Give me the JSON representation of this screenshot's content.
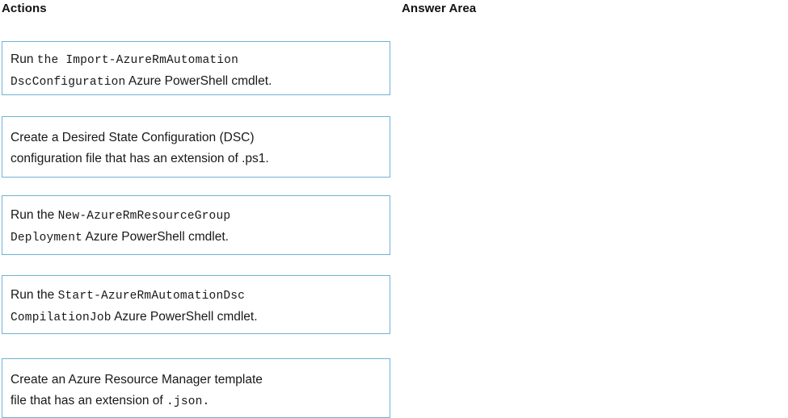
{
  "columns": {
    "actions": {
      "header": "Actions"
    },
    "answer": {
      "header": "Answer Area"
    }
  },
  "colors": {
    "card_border": "#6fb3d2",
    "card_background": "#ffffff",
    "text": "#181818",
    "page_background": "#ffffff"
  },
  "actions": [
    {
      "id": "import-dsc-configuration",
      "line1": [
        {
          "text": "Run ",
          "style": "sans"
        },
        {
          "text": "the Import-AzureRmAutomation",
          "style": "mono"
        }
      ],
      "line2": [
        {
          "text": "DscConfiguration",
          "style": "mono"
        },
        {
          "text": " Azure PowerShell cmdlet.",
          "style": "sans"
        }
      ]
    },
    {
      "id": "create-dsc-configuration-file",
      "line1": [
        {
          "text": "Create a Desired State Configuration (DSC)",
          "style": "sans"
        }
      ],
      "line2": [
        {
          "text": "configuration file that has an extension of .ps1.",
          "style": "sans"
        }
      ]
    },
    {
      "id": "new-resource-group-deployment",
      "line1": [
        {
          "text": "Run the ",
          "style": "sans"
        },
        {
          "text": "New-AzureRmResourceGroup",
          "style": "mono"
        }
      ],
      "line2": [
        {
          "text": "Deployment",
          "style": "mono"
        },
        {
          "text": " Azure PowerShell cmdlet.",
          "style": "sans"
        }
      ]
    },
    {
      "id": "start-dsc-compilation-job",
      "line1": [
        {
          "text": "Run the ",
          "style": "sans"
        },
        {
          "text": "Start-AzureRmAutomationDsc",
          "style": "mono"
        }
      ],
      "line2": [
        {
          "text": "CompilationJob",
          "style": "mono"
        },
        {
          "text": " Azure PowerShell cmdlet.",
          "style": "sans"
        }
      ]
    },
    {
      "id": "create-arm-template-file",
      "line1": [
        {
          "text": "Create an Azure Resource Manager template",
          "style": "sans"
        }
      ],
      "line2": [
        {
          "text": "file that has an extension of ",
          "style": "sans"
        },
        {
          "text": ".json.",
          "style": "mono"
        }
      ]
    }
  ]
}
